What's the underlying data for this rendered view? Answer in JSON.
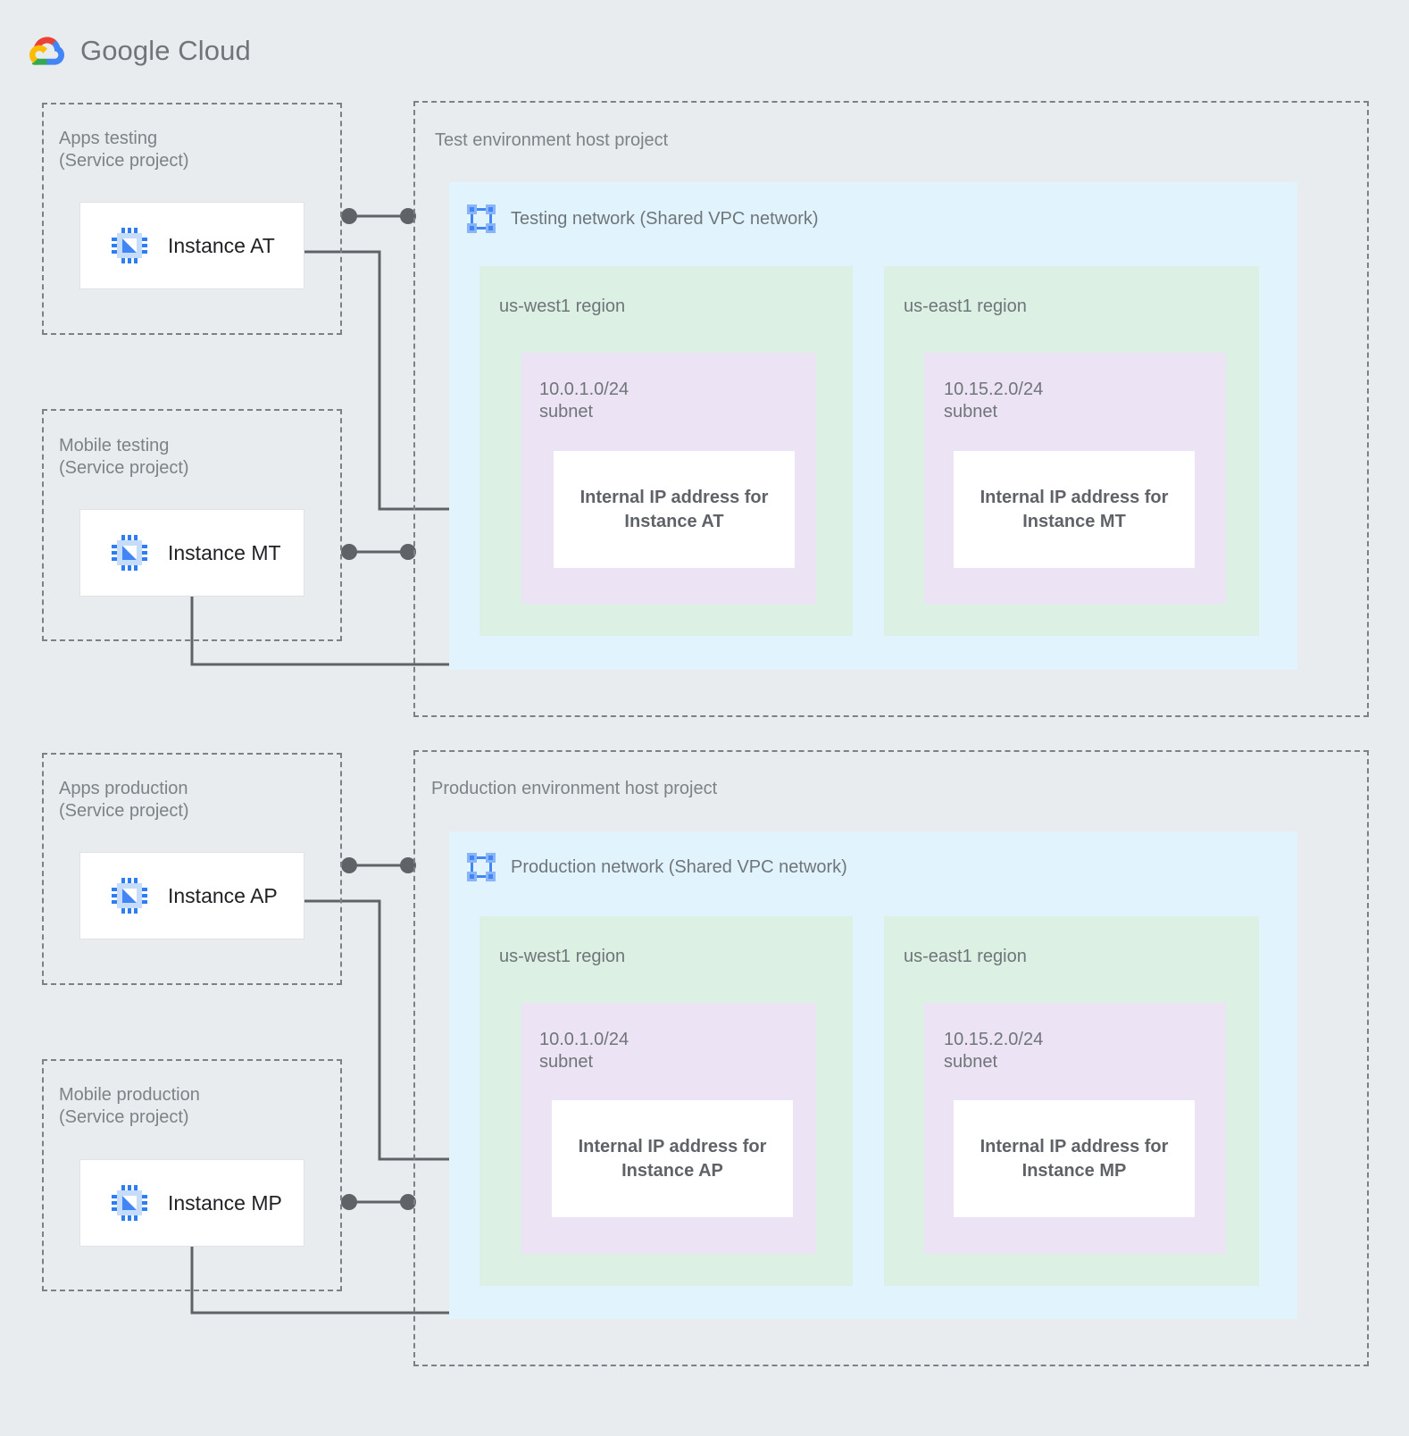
{
  "brand": {
    "name_bold": "Google",
    "name_light": " Cloud",
    "logo_colors": {
      "red": "#ea4335",
      "yellow": "#fbbc04",
      "green": "#34a853",
      "blue": "#4285f4"
    },
    "text_color": "#6f7579"
  },
  "palette": {
    "page_background": "#e8ecee",
    "vpc_blue": "#e1f4fd",
    "region_green": "#dcf0e4",
    "subnet_purple": "#ece4f4",
    "card_white": "#ffffff",
    "wire_gray": "#5f6368",
    "dashed_gray": "#7b8184",
    "label_gray": "#6f7579",
    "instance_text": "#202124"
  },
  "service_projects": [
    {
      "id": "apps-testing",
      "label": "Apps testing\n(Service project)",
      "instance": {
        "name": "Instance AT",
        "icon": "compute-instance-icon"
      }
    },
    {
      "id": "mobile-testing",
      "label": "Mobile testing\n(Service project)",
      "instance": {
        "name": "Instance MT",
        "icon": "compute-instance-icon"
      }
    },
    {
      "id": "apps-production",
      "label": "Apps production\n(Service project)",
      "instance": {
        "name": "Instance AP",
        "icon": "compute-instance-icon"
      }
    },
    {
      "id": "mobile-production",
      "label": "Mobile production\n(Service project)",
      "instance": {
        "name": "Instance MP",
        "icon": "compute-instance-icon"
      }
    }
  ],
  "host_projects": [
    {
      "id": "test-env",
      "label": "Test environment host project",
      "network": {
        "title": "Testing network (Shared VPC network)",
        "icon": "vpc-network-icon",
        "regions": [
          {
            "id": "test-us-west1",
            "label": "us-west1 region",
            "subnet": {
              "label": "10.0.1.0/24\nsubnet",
              "resource": "Internal IP address for\nInstance AT"
            }
          },
          {
            "id": "test-us-east1",
            "label": "us-east1 region",
            "subnet": {
              "label": "10.15.2.0/24\nsubnet",
              "resource": "Internal IP address for\nInstance MT"
            }
          }
        ]
      }
    },
    {
      "id": "prod-env",
      "label": "Production environment host project",
      "network": {
        "title": "Production network (Shared VPC network)",
        "icon": "vpc-network-icon",
        "regions": [
          {
            "id": "prod-us-west1",
            "label": "us-west1 region",
            "subnet": {
              "label": "10.0.1.0/24\nsubnet",
              "resource": "Internal IP address for\nInstance AP"
            }
          },
          {
            "id": "prod-us-east1",
            "label": "us-east1 region",
            "subnet": {
              "label": "10.15.2.0/24\nsubnet",
              "resource": "Internal IP address for\nInstance MP"
            }
          }
        ]
      }
    }
  ],
  "connections": [
    {
      "id": "at-attach",
      "from": "apps-testing",
      "to": "test-env",
      "style": "dot-line-dot"
    },
    {
      "id": "at-to-ip",
      "from": "Instance AT",
      "to": "Internal IP address for Instance AT",
      "style": "elbow"
    },
    {
      "id": "mt-attach",
      "from": "mobile-testing",
      "to": "test-env",
      "style": "dot-line-dot"
    },
    {
      "id": "mt-to-ip",
      "from": "Instance MT",
      "to": "Internal IP address for Instance MT",
      "style": "elbow"
    },
    {
      "id": "ap-attach",
      "from": "apps-production",
      "to": "prod-env",
      "style": "dot-line-dot"
    },
    {
      "id": "ap-to-ip",
      "from": "Instance AP",
      "to": "Internal IP address for Instance AP",
      "style": "elbow"
    },
    {
      "id": "mp-attach",
      "from": "mobile-production",
      "to": "prod-env",
      "style": "dot-line-dot"
    },
    {
      "id": "mp-to-ip",
      "from": "Instance MP",
      "to": "Internal IP address for Instance MP",
      "style": "elbow"
    }
  ]
}
